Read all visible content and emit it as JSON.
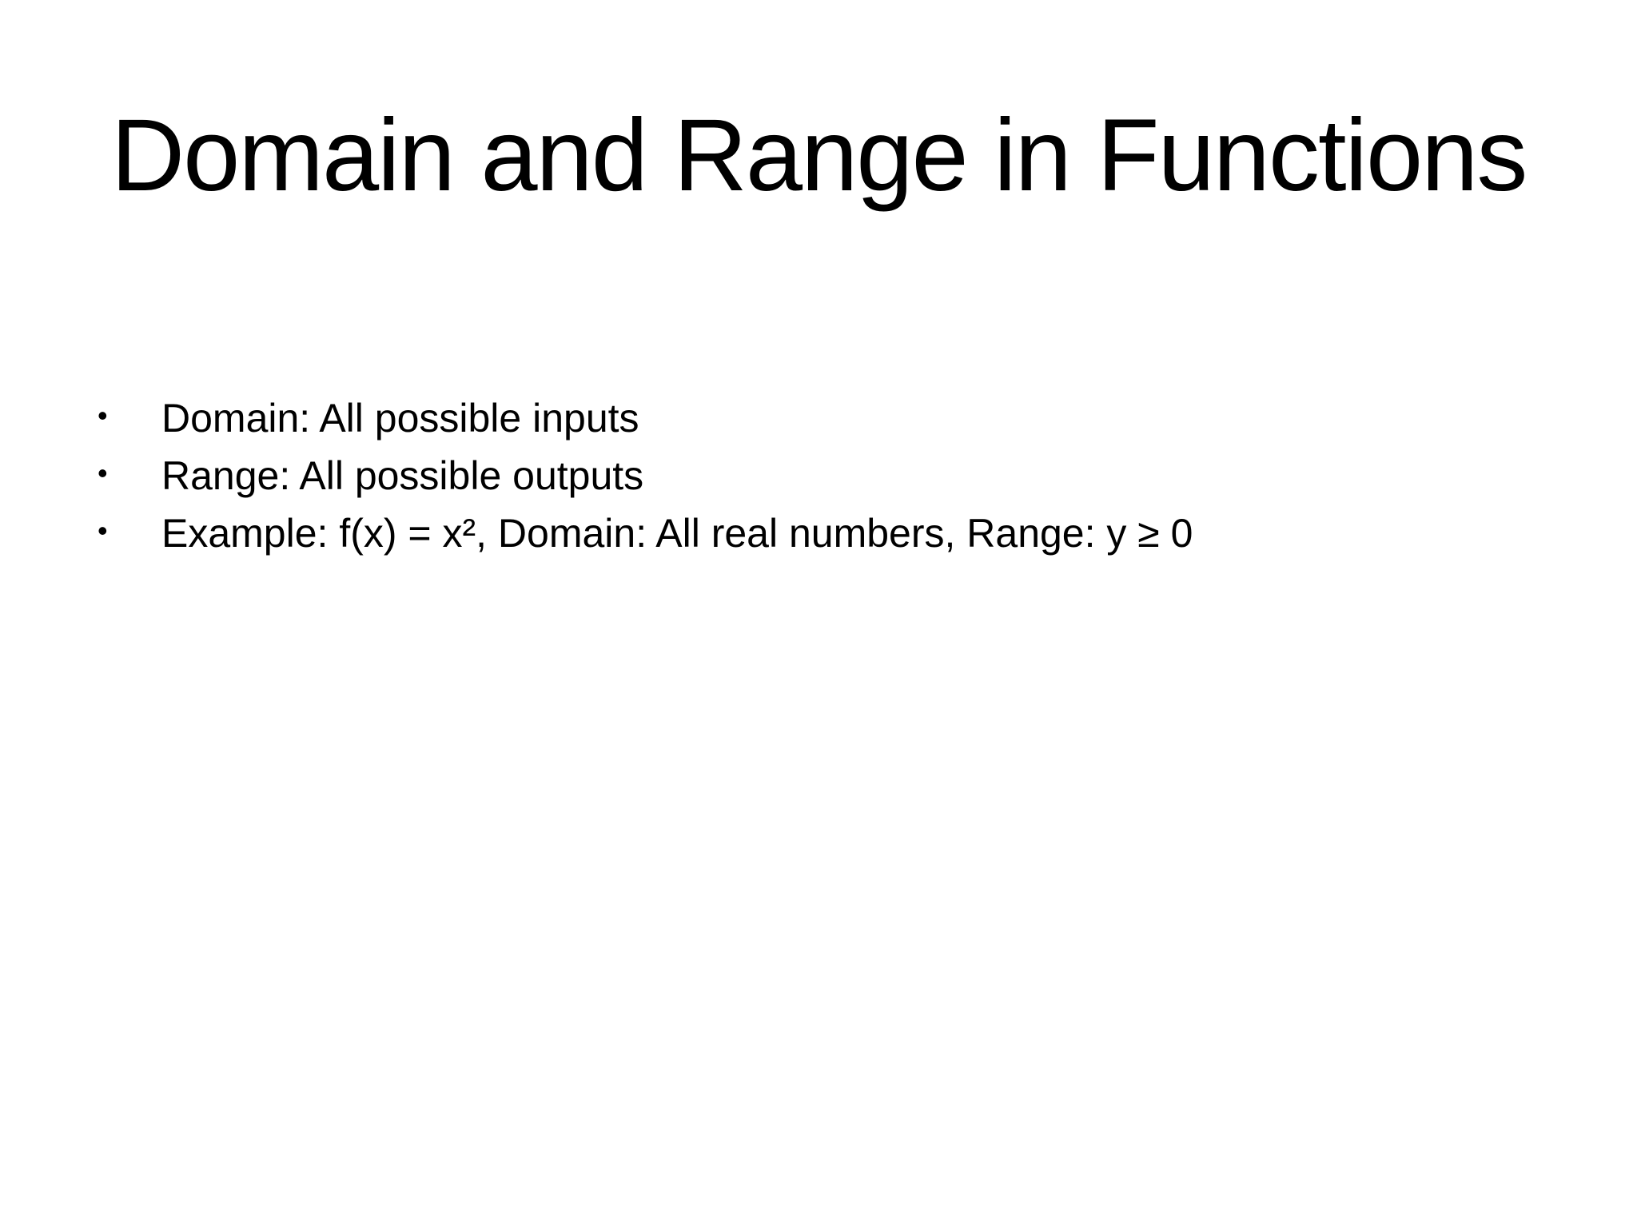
{
  "slide": {
    "title": "Domain and Range in Functions",
    "bullet_glyph": "•",
    "bullets": [
      "Domain: All possible inputs",
      "Range: All possible outputs",
      "Example: f(x) = x², Domain: All real numbers, Range: y ≥ 0"
    ]
  }
}
